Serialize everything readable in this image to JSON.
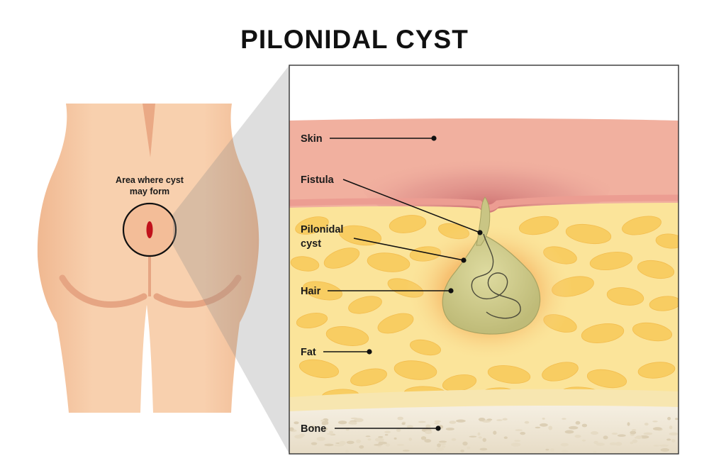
{
  "title": "PILONIDAL CYST",
  "body_view": {
    "area_label_line1": "Area where cyst",
    "area_label_line2": "may form"
  },
  "cross_section": {
    "labels": {
      "skin": "Skin",
      "fistula": "Fistula",
      "pilonidal_line1": "Pilonidal",
      "pilonidal_line2": "cyst",
      "hair": "Hair",
      "fat": "Fat",
      "bone": "Bone"
    }
  },
  "colors": {
    "skin_body": "#f7cba7",
    "skin_shade": "#eeb08b",
    "skin_layer": "#f1b09f",
    "dermis_band": "#efa394",
    "fat_bg": "#fbe49a",
    "fat_cell": "#f8cd62",
    "cyst": "#cfcc8e",
    "inflammation": "#f2a154",
    "bone": "#efe6d4",
    "lesion": "#c1121b"
  }
}
